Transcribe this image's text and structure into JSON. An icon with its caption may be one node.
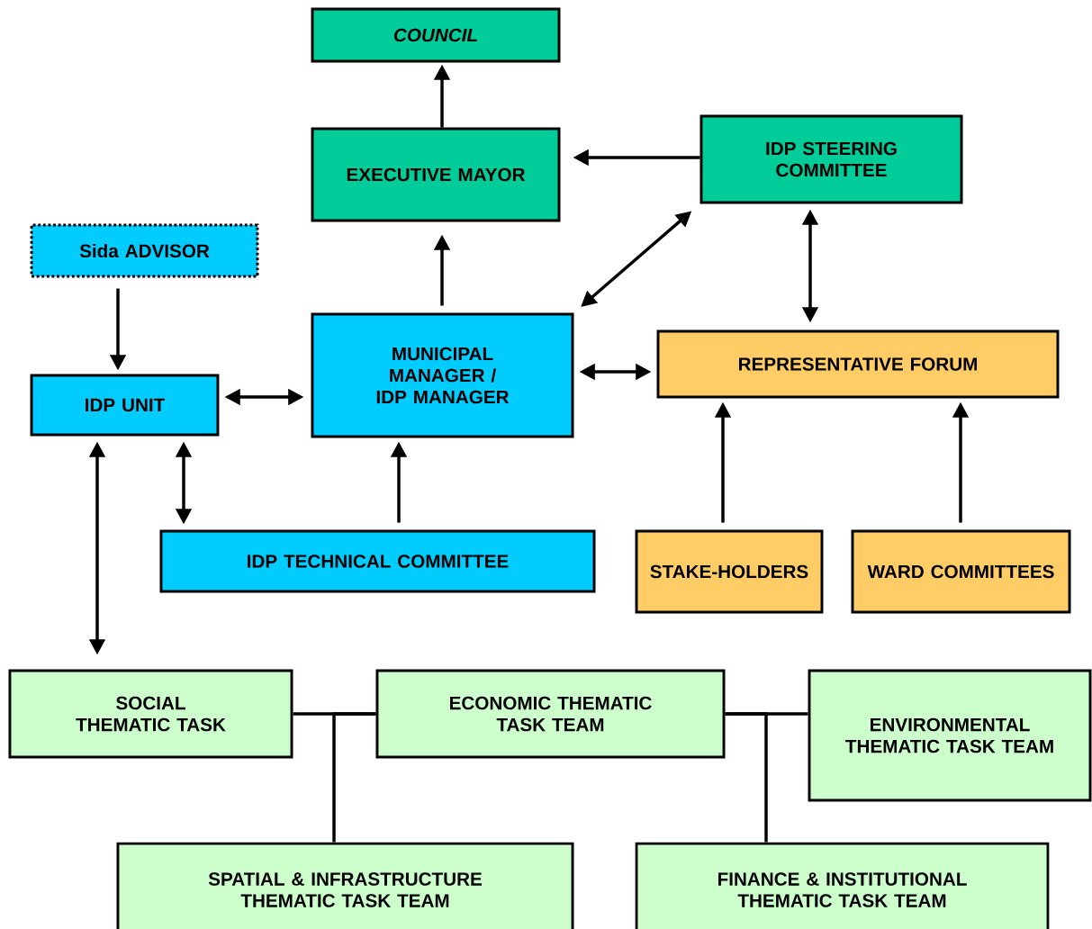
{
  "diagram": {
    "nodes": [
      {
        "text": [
          "COUNCIL"
        ]
      },
      {
        "text": [
          "EXECUTIVE MAYOR"
        ]
      },
      {
        "text": [
          "IDP STEERING COMMITTEE"
        ]
      },
      {
        "text": [
          "Sida ADVISOR"
        ]
      },
      {
        "text": [
          "IDP UNIT"
        ]
      },
      {
        "text": [
          "MUNICIPAL MANAGER / IDP MANAGER"
        ]
      },
      {
        "text": [
          "REPRESENTATIVE FORUM"
        ]
      },
      {
        "text": [
          "IDP TECHNICAL COMMITTEE"
        ]
      },
      {
        "text": [
          "STAKE-HOLDERS"
        ]
      },
      {
        "text": [
          "WARD COMMITTEES"
        ]
      },
      {
        "text": [
          "SOCIAL THEMATIC TASK"
        ]
      },
      {
        "text": [
          "ECONOMIC THEMATIC TASK TEAM"
        ]
      },
      {
        "text": [
          "ENVIRONMENTAL THEMATIC TASK TEAM"
        ]
      },
      {
        "text": [
          "SPATIAL & INFRASTRUCTURE THEMATIC TASK TEAM"
        ]
      },
      {
        "text": [
          "FINANCE & INSTITUTIONAL THEMATIC TASK TEAM"
        ]
      }
    ],
    "edges": [
      {
        "from": 1,
        "to": 0,
        "arrow": "to"
      },
      {
        "from": 2,
        "to": 1,
        "arrow": "to"
      },
      {
        "from": 5,
        "to": 1,
        "arrow": "to"
      },
      {
        "from": 5,
        "to": 2,
        "arrow": "both"
      },
      {
        "from": 2,
        "to": 6,
        "arrow": "both"
      },
      {
        "from": 3,
        "to": 4,
        "arrow": "to"
      },
      {
        "from": 4,
        "to": 5,
        "arrow": "both"
      },
      {
        "from": 5,
        "to": 6,
        "arrow": "both"
      },
      {
        "from": 4,
        "to": 7,
        "arrow": "both"
      },
      {
        "from": 7,
        "to": 5,
        "arrow": "to"
      },
      {
        "from": 8,
        "to": 6,
        "arrow": "to"
      },
      {
        "from": 9,
        "to": 6,
        "arrow": "to"
      },
      {
        "from": 4,
        "to": 10,
        "arrow": "both"
      },
      {
        "from": 10,
        "to": 11,
        "arrow": "none"
      },
      {
        "from": 11,
        "to": 13,
        "arrow": "none"
      },
      {
        "from": 11,
        "to": 12,
        "arrow": "none"
      },
      {
        "from": 11,
        "to": 14,
        "arrow": "none"
      }
    ]
  }
}
